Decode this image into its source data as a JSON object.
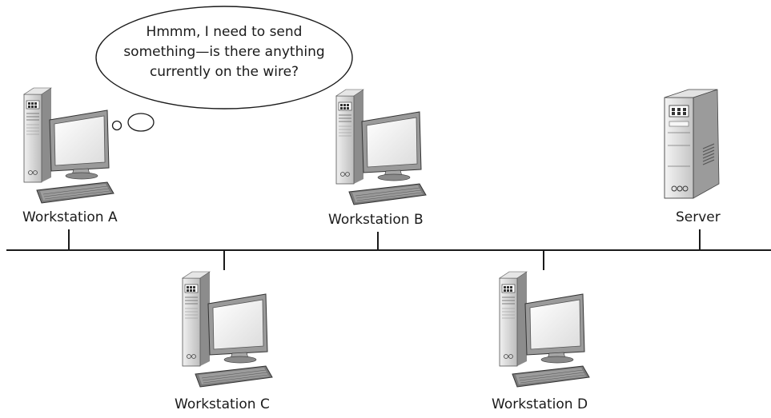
{
  "diagram": {
    "thought_bubble": {
      "lines": [
        "Hmmm, I need to send",
        "something—is there anything",
        "currently on the wire?"
      ]
    },
    "nodes": [
      {
        "id": "workstation-a",
        "label": "Workstation A",
        "kind": "workstation"
      },
      {
        "id": "workstation-b",
        "label": "Workstation B",
        "kind": "workstation"
      },
      {
        "id": "server",
        "label": "Server",
        "kind": "server"
      },
      {
        "id": "workstation-c",
        "label": "Workstation C",
        "kind": "workstation"
      },
      {
        "id": "workstation-d",
        "label": "Workstation D",
        "kind": "workstation"
      }
    ],
    "colors": {
      "line": "#1a1a1a",
      "tower_light": "#d9d9d9",
      "tower_dark": "#8c8c8c",
      "screen": "#f2f2f2",
      "keyboard": "#6e6e6e"
    }
  }
}
